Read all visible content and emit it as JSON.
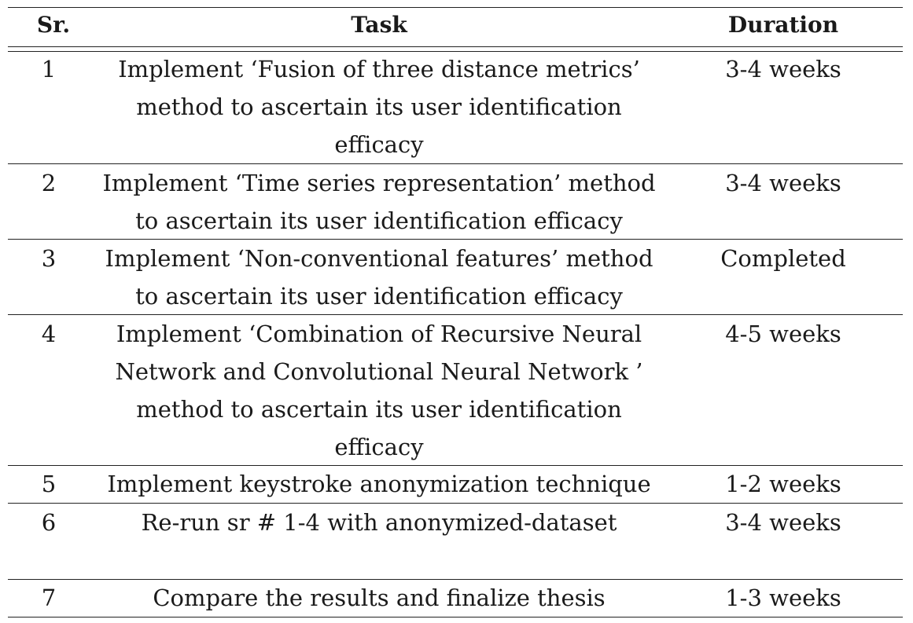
{
  "table": {
    "headers": {
      "sr": "Sr.",
      "task": "Task",
      "duration": "Duration"
    },
    "rows": [
      {
        "sr": "1",
        "task_lines": [
          "Implement ‘Fusion of three distance metrics’",
          "method to ascertain its user identification",
          "efficacy"
        ],
        "duration": "3-4 weeks"
      },
      {
        "sr": "2",
        "task_lines": [
          "Implement ‘Time series representation’ method",
          "to ascertain its user identification efficacy"
        ],
        "duration": "3-4 weeks"
      },
      {
        "sr": "3",
        "task_lines": [
          "Implement ‘Non-conventional features’ method",
          "to ascertain its user identification efficacy"
        ],
        "duration": "Completed"
      },
      {
        "sr": "4",
        "task_lines": [
          "Implement ‘Combination of Recursive Neural",
          "Network and Convolutional Neural Network ’",
          "method to ascertain its user identification",
          "efficacy"
        ],
        "duration": "4-5 weeks"
      },
      {
        "sr": "5",
        "task_lines": [
          "Implement keystroke anonymization technique"
        ],
        "duration": "1-2 weeks"
      },
      {
        "sr": "6",
        "task_lines": [
          "Re-run sr # 1-4 with anonymized-dataset"
        ],
        "duration": "3-4 weeks"
      },
      {
        "sr": "7",
        "task_lines": [
          "Compare the results and finalize thesis"
        ],
        "duration": "1-3 weeks"
      }
    ]
  }
}
